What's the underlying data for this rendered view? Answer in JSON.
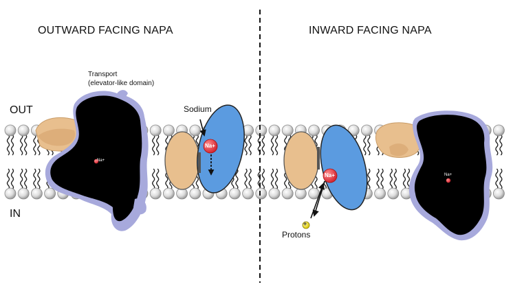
{
  "left_panel": {
    "title": "OUTWARD FACING NAPA",
    "out_label": "OUT",
    "in_label": "IN",
    "transport_label": "Transport",
    "transport_sublabel": "(elevator-like domain)",
    "structure_ion_label": "Na+",
    "sodium_label": "Sodium",
    "cartoon_ion_label": "Na+"
  },
  "right_panel": {
    "title": "INWARD FACING NAPA",
    "cartoon_ion_label": "Na+",
    "proton_symbol": "+",
    "protons_label": "Protons",
    "structure_ion_label": "Na+"
  },
  "colors": {
    "scaffold_domain": "#E8BF8E",
    "transport_domain": "#5B9BE0",
    "surface_tint": "#A7A9DC",
    "lipid_head": "#D9D9D9",
    "sodium_ion": "#E8303C",
    "proton": "#F2E200"
  }
}
